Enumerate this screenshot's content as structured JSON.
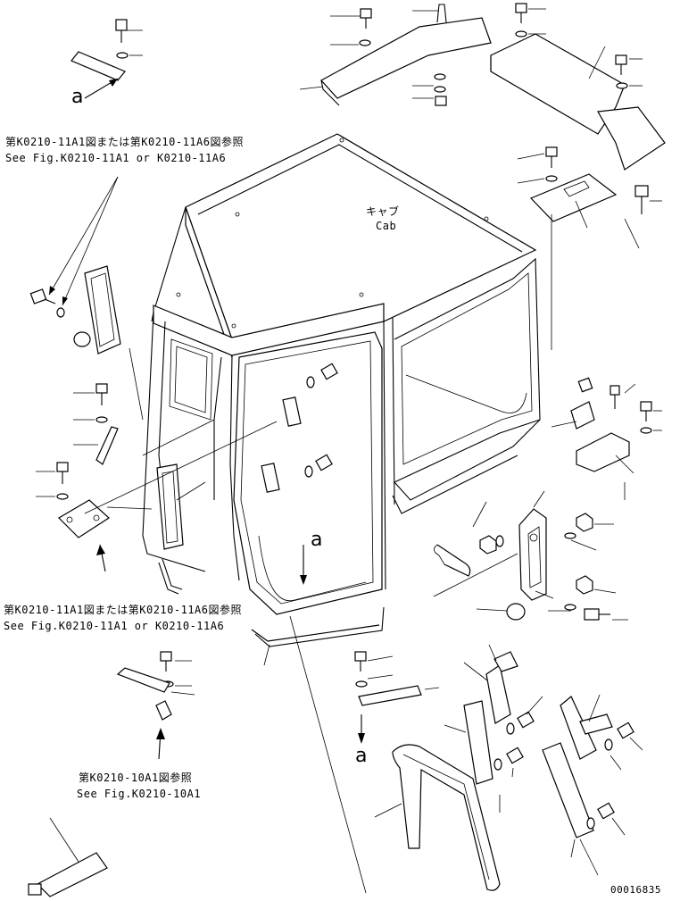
{
  "cab_label": {
    "jp": "キャブ",
    "en": "Cab"
  },
  "refs": {
    "top_jp": "第K0210-11A1図または第K0210-11A6図参照",
    "top_en": "See Fig.K0210-11A1 or K0210-11A6",
    "mid_jp": "第K0210-11A1図または第K0210-11A6図参照",
    "mid_en": "See Fig.K0210-11A1 or K0210-11A6",
    "bot_jp": "第K0210-10A1図参照",
    "bot_en": "See Fig.K0210-10A1"
  },
  "view_marks": {
    "top_left": "a",
    "cab_door": "a",
    "bottom": "a"
  },
  "drawing_number": "00016835"
}
